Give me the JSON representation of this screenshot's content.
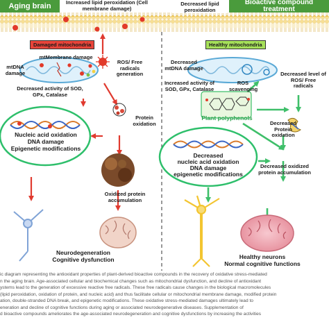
{
  "headers": {
    "left": "Aging brain",
    "right": "Bioactive compound treatment"
  },
  "membrane": {
    "left_label": "Increased lipid peroxidation (Cell membrane damage)",
    "right_label": "Decreased lipid peroxidation"
  },
  "left": {
    "mito_label": "Damaged mitochondria",
    "mtmembrane": "mtMembrane damage",
    "mtdna": "mtDNA damage",
    "ros": "ROS/ Free radicals generation",
    "enzymes": "Decreased activity of SOD, GPx, Catalase",
    "protein_ox": "Protein oxidation",
    "nucleic": [
      "Nucleic acid oxidation",
      "DNA damage",
      "Epigenetic modifications"
    ],
    "oxidized_protein": "Oxidized protein accumulation",
    "outcome": [
      "Neurodegeneration",
      "Cognitive dysfunction"
    ]
  },
  "right": {
    "mito_label": "Healthy mitochondria",
    "mtdna": "Decreased mtDNA damage",
    "enzymes": "Increased activity of SOD, GPx, Catalase",
    "ros_scav": "ROS scavenging",
    "ros_level": "Decreased level of ROS/ Free radicals",
    "polyphenols": "Plant polyphenols",
    "protein_ox": "Decreased Protein oxidation",
    "nucleic": [
      "Decreased",
      "nucleic acid oxidation",
      "DNA damage",
      "epigenetic modifications"
    ],
    "oxidized_protein": "Decreased oxidized protein accumulation",
    "outcome": [
      "Healthy neurons",
      "Normal cognitive functions"
    ]
  },
  "caption_lines": [
    "ic diagram representing the antioxidant properties of plant-derived bioactive compounds in the recovery of oxidative stress-mediated",
    "n the aging brain. Age-associated cellular and biochemical changes such as mitochondrial dysfunction, and decline of antioxidant",
    "ystems lead to the generation of excessive reactive free radicals. These free radicals cause changes in the biological macromolecules",
    "(lipid peroxidation, oxidation of protein, and nucleic acid) and thus facilitate cellular or mitochondrial membrane damage, modified protein",
    "ation, double-stranded DNA break, and epigenetic modifications. These oxidative stress-mediated damages ultimately lead to",
    "eneration and decline of cognitive functions during aging or associated neurodegenerative diseases. Supplementation of",
    "d bioactive compounds ameliorates the age-associated neurodegeneration and cognitive dysfunctions by increasing the activities"
  ],
  "colors": {
    "header_green": "#4a9b3c",
    "arrow_red": "#e03a2f",
    "arrow_green": "#3fbf6a",
    "label_red": "#e8443a",
    "label_green": "#a6e05a"
  }
}
